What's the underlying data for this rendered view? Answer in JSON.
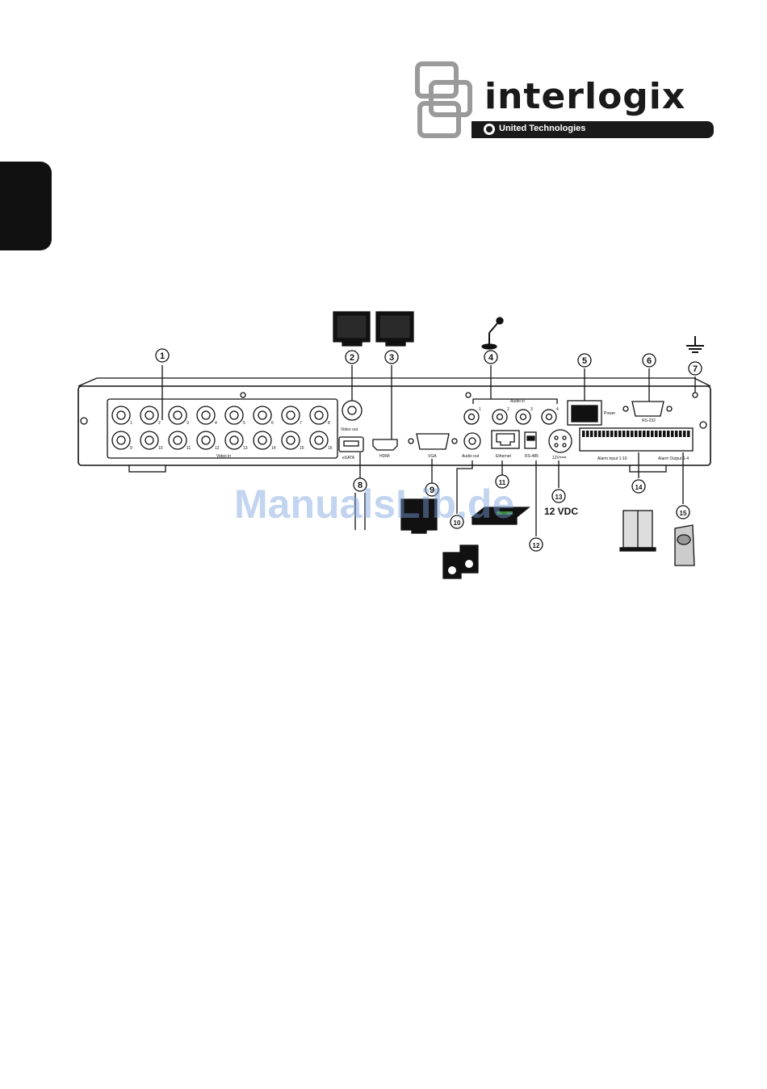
{
  "brand": {
    "name": "interlogix",
    "tagline": "United Technologies"
  },
  "watermark": "ManualsLib.de",
  "callouts": [
    "1",
    "2",
    "3",
    "4",
    "5",
    "6",
    "7",
    "8",
    "9",
    "10",
    "11",
    "12",
    "13",
    "14",
    "15"
  ],
  "panel_labels": {
    "video_in": "Video in",
    "video_out": "Video out",
    "hdmi": "HDMI",
    "vga": "VGA",
    "audio_in": "Audio in",
    "audio_out": "Audio out",
    "ethernet": "Ethernet",
    "rs485": "RS-485",
    "power": "Power",
    "rs232": "RS-232",
    "usb": "eSATA",
    "power_in": "12V===",
    "alarm_in": "Alarm input 1-16",
    "alarm_out": "Alarm Output 1-4"
  },
  "bnc_numbers": [
    "1",
    "2",
    "3",
    "4",
    "5",
    "6",
    "7",
    "8",
    "9",
    "10",
    "11",
    "12",
    "13",
    "14",
    "15",
    "16"
  ],
  "audio_numbers": [
    "1",
    "2",
    "3",
    "4"
  ],
  "voltage_label": "12 VDC",
  "colors": {
    "ink": "#111111",
    "watermark": "#78a0dc"
  }
}
